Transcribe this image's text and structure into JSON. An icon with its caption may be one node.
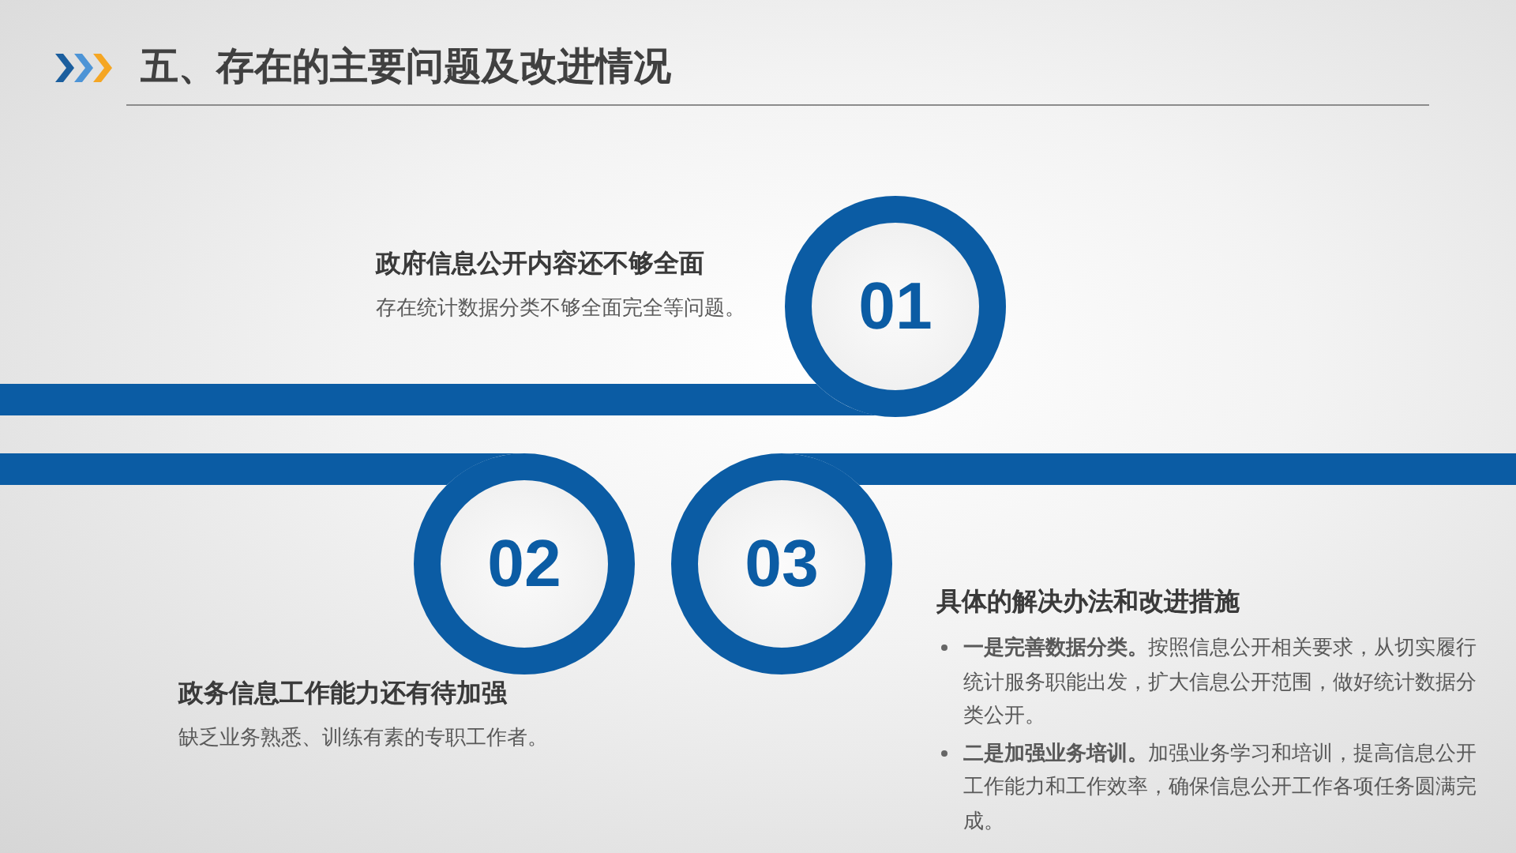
{
  "diagram": {
    "title": "五、存在的主要问题及改进情况",
    "nodes": [
      {
        "text": [
          "01"
        ],
        "beside": [
          "政府信息公开内容还不够全面",
          "存在统计数据分类不够全面完全等问题。"
        ]
      },
      {
        "text": [],
        "shape": "bar"
      },
      {
        "text": [],
        "shape": "bar"
      },
      {
        "text": [
          "02"
        ],
        "beside": [
          "政务信息工作能力还有待加强",
          "缺乏业务熟悉、训练有素的专职工作者。"
        ]
      },
      {
        "text": [
          "03"
        ],
        "beside": [
          "具体的解决办法和改进措施",
          "**一是完善数据分类。**按照信息公开相关要求，从切实履行统计服务职能出发，扩大信息公开范围，做好统计数据分类公开。",
          "**二是加强业务培训。**加强业务学习和培训，提高信息公开工作能力和工作效率，确保信息公开工作各项任务圆满完成。"
        ]
      },
      {
        "text": [],
        "shape": "bar"
      }
    ]
  }
}
